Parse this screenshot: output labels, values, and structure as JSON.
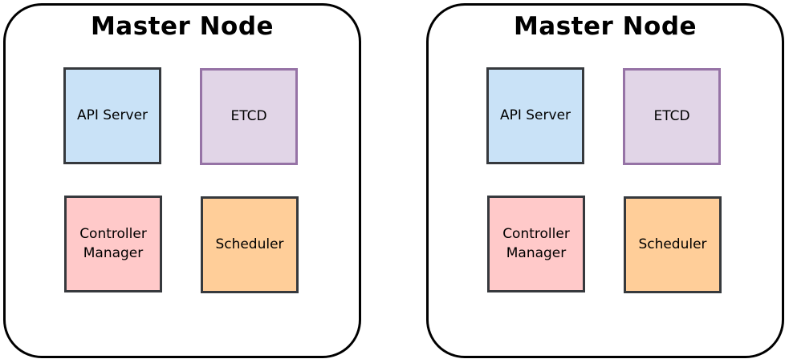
{
  "diagram": {
    "description": "Two identical Kubernetes master node diagrams side by side",
    "border_color": "#000000",
    "default_component_border": "#36393d",
    "nodes": [
      {
        "title": "Master Node",
        "components": [
          {
            "label": "API Server",
            "fill": "#c9e2f7",
            "border": "#36393d"
          },
          {
            "label": "ETCD",
            "fill": "#e1d5e7",
            "border": "#9673a6"
          },
          {
            "label": "Controller Manager",
            "fill": "#ffc9c9",
            "border": "#36393d"
          },
          {
            "label": "Scheduler",
            "fill": "#ffce99",
            "border": "#36393d"
          }
        ]
      },
      {
        "title": "Master Node",
        "components": [
          {
            "label": "API Server",
            "fill": "#c9e2f7",
            "border": "#36393d"
          },
          {
            "label": "ETCD",
            "fill": "#e1d5e7",
            "border": "#9673a6"
          },
          {
            "label": "Controller Manager",
            "fill": "#ffc9c9",
            "border": "#36393d"
          },
          {
            "label": "Scheduler",
            "fill": "#ffce99",
            "border": "#36393d"
          }
        ]
      }
    ]
  }
}
